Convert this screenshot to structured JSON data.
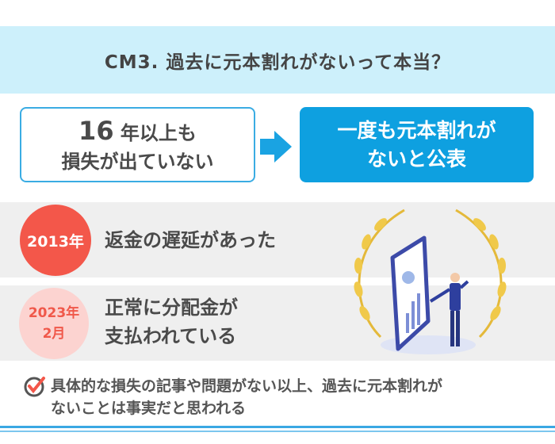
{
  "title": "CM3. 過去に元本割れがないって本当？",
  "left_box": {
    "number": "16",
    "line1_rest": " 年以上も",
    "line2": "損失が出ていない"
  },
  "right_box": {
    "line1": "一度も元本割れが",
    "line2": "ないと公表"
  },
  "events": [
    {
      "date": "2013年",
      "text": "返金の遅延があった"
    },
    {
      "date_line1": "2023年",
      "date_line2": "2月",
      "text_line1": "正常に分配金が",
      "text_line2": "支払われている"
    }
  ],
  "note": {
    "line1": "具体的な損失の記事や問題がない以上、過去に元本割れが",
    "line2": "ないことは事実だと思われる"
  },
  "colors": {
    "title_bg": "#cdf0fb",
    "accent_blue": "#0ea0e0",
    "red": "#f3574a",
    "pink": "#fcd3d0",
    "band": "#efefef"
  }
}
